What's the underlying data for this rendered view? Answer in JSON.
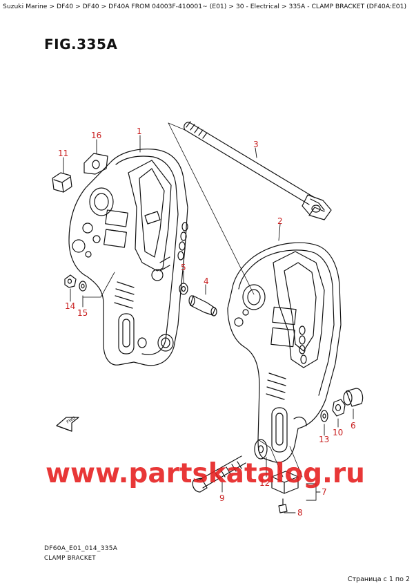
{
  "breadcrumb": "Suzuki Marine > DF40 > DF40 > DF40A FROM 04003F-410001~ (E01) > 30 - Electrical > 335A - CLAMP BRACKET (DF40A:E01)",
  "figure": {
    "title": "FIG.335A",
    "code": "DF60A_E01_014_335A",
    "caption": "CLAMP BRACKET"
  },
  "callouts": [
    "1",
    "2",
    "3",
    "4",
    "5",
    "6",
    "7",
    "8",
    "9",
    "10",
    "11",
    "12",
    "13",
    "14",
    "15",
    "16"
  ],
  "fwd_label": "FWD",
  "watermark": "www.partskatalog.ru",
  "pager": "Страница с 1 по 2",
  "colors": {
    "callout": "#c81e1e",
    "watermark": "#e51b1b",
    "line": "#111111"
  }
}
